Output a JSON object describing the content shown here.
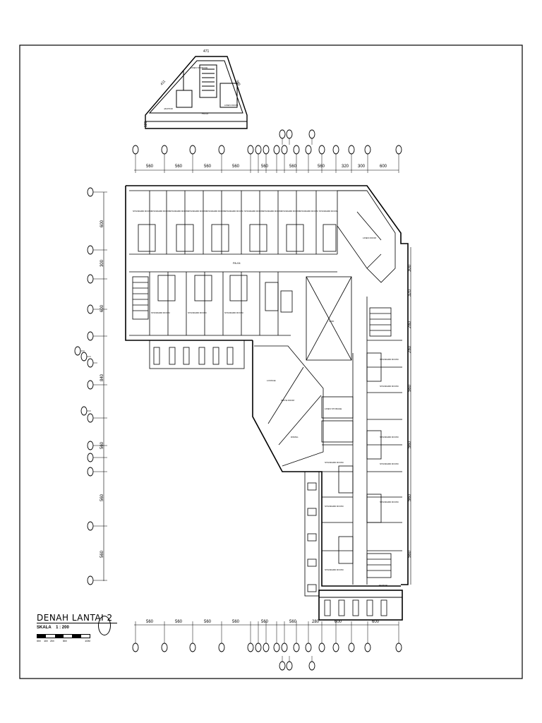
{
  "drawing": {
    "title": "DENAH LANTAI 2",
    "scale_label": "SKALA",
    "scale_value": "1 : 200",
    "scale_bar_labels": [
      "0M",
      "1M",
      "2M",
      "5M",
      "10M"
    ]
  },
  "top_dimensions": [
    "560",
    "560",
    "560",
    "560",
    "560",
    "560",
    "560",
    "320",
    "300",
    "600"
  ],
  "bottom_dimensions": [
    "560",
    "560",
    "560",
    "560",
    "560",
    "560",
    "280",
    "600",
    "600"
  ],
  "left_dimensions": [
    "600",
    "300",
    "600",
    "840",
    "560",
    "560",
    "560"
  ],
  "right_dimensions": [
    "300",
    "320",
    "280",
    "280",
    "560",
    "560",
    "560",
    "560"
  ],
  "roof_dimensions": [
    "471",
    "411",
    "385",
    "120"
  ],
  "room_labels": {
    "standard_room": "STANDARD ROOM",
    "floor_code": "PA.02",
    "corridor": "PA.04",
    "linen_room": "LINEN ROOM",
    "lounge": "LOUNGE",
    "dining": "DINING",
    "suite_room": "SUITE ROOM",
    "linen_storage": "LINEN STORAGE",
    "janitor": "JANITOR",
    "void": "VOID"
  }
}
